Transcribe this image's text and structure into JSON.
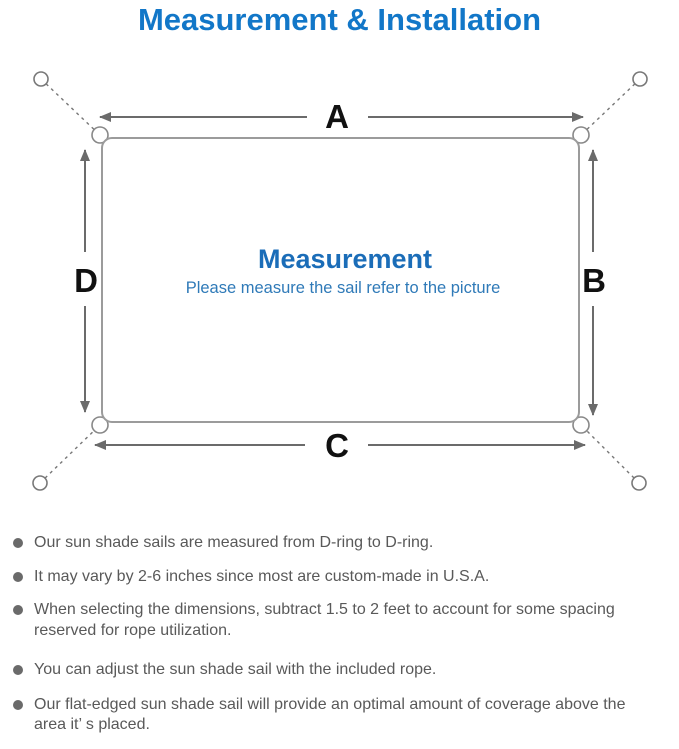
{
  "title": "Measurement & Installation",
  "diagram": {
    "dimension_labels": {
      "top": "A",
      "right": "B",
      "bottom": "C",
      "left": "D"
    },
    "center": {
      "heading": "Measurement",
      "subtitle": "Please measure the sail refer to the picture"
    },
    "colors": {
      "title_blue": "#1277c8",
      "heading_blue": "#1b6db8",
      "subtitle_blue": "#2f7ab8",
      "sail_outline_gray": "#9b9b9b",
      "arrow_gray": "#6b6b6b",
      "label_black": "#111111",
      "note_text_gray": "#595959"
    }
  },
  "notes": [
    "Our sun shade sails are measured from D-ring to D-ring.",
    "It may vary by 2-6 inches since most are custom-made in U.S.A.",
    "When selecting the dimensions, subtract 1.5 to 2 feet to account for some spacing reserved for rope utilization.",
    "You can adjust the sun shade sail with the included rope.",
    "Our flat-edged sun shade sail will provide an optimal amount of coverage above the area it’ s placed."
  ]
}
